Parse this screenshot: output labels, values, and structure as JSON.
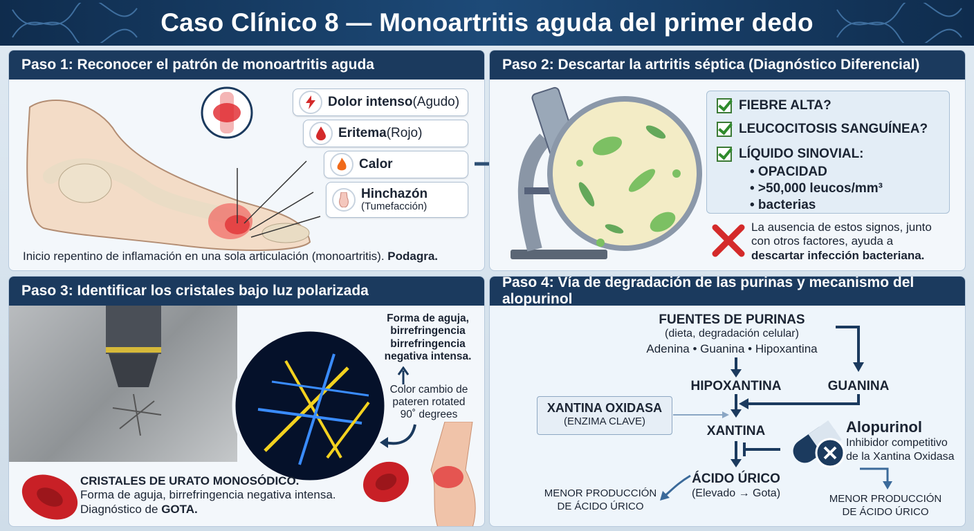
{
  "title": "Caso Clínico 8 — Monoartritis aguda del primer dedo",
  "step1": {
    "heading": "Paso 1: Reconocer el patrón de monoartritis aguda",
    "symptoms": [
      {
        "bold": "Dolor intenso",
        "extra": " (Agudo)",
        "icon": "lightning-icon"
      },
      {
        "bold": "Eritema",
        "extra": " (Rojo)",
        "icon": "drop-icon"
      },
      {
        "bold": "Calor",
        "extra": "",
        "icon": "flame-icon"
      },
      {
        "bold": "Hinchazón",
        "extra": "(Tumefacción)",
        "icon": "swelling-icon"
      }
    ],
    "caption_normal": "Inicio repentino de inflamación en una sola articulación (monoartritis). ",
    "caption_bold": "Podagra."
  },
  "step2": {
    "heading": "Paso 2: Descartar la artritis séptica (Diagnóstico Diferencial)",
    "checks": [
      "FIEBRE ALTA?",
      "LEUCOCITOSIS SANGUÍNEA?",
      "LÍQUIDO SINOVIAL:"
    ],
    "sub_items": [
      "• OPACIDAD",
      "• >50,000 leucos/mm³",
      "• bacterias"
    ],
    "note_line1": "La ausencia de estos signos, junto",
    "note_line2": "con otros factores, ayuda a",
    "note_bold": "descartar infección bacteriana."
  },
  "step3": {
    "heading": "Paso 3: Identificar los cristales bajo luz polarizada",
    "label_top": [
      "Forma de aguja,",
      "birrefringencia",
      "birrefringencia",
      "negativa intensa."
    ],
    "label_mid": [
      "Color cambio de",
      "pateren rotated",
      "90˚ degrees"
    ],
    "crystal_title": "CRISTALES DE URATO MONOSÓDICO.",
    "crystal_desc": "Forma de aguja, birrefringencia negativa intensa.",
    "crystal_diag_normal": "Diagnóstico de ",
    "crystal_diag_bold": "GOTA."
  },
  "step4": {
    "heading": "Paso 4: Vía de degradación de las purinas y mecanismo del alopurinol",
    "sources_title": "FUENTES DE PURINAS",
    "sources_sub": "(dieta, degradación celular)",
    "sources_list": "Adenina • Guanina • Hipoxantina",
    "hipoxantina": "HIPOXANTINA",
    "guanina": "GUANINA",
    "enzyme": "XANTINA OXIDASA",
    "enzyme_sub": "(ENZIMA CLAVE)",
    "xantina": "XANTINA",
    "acido": "ÁCIDO ÚRICO",
    "acido_sub": "(Elevado → Gota)",
    "drug": "Alopurinol",
    "drug_desc1": "Inhibidor competitivo",
    "drug_desc2": "de la Xantina Oxidasa",
    "less_left1": "MENOR PRODUCCIÓN",
    "less_left2": "DE ÁCIDO ÚRICO",
    "less_right1": "MENOR PRODUCCIÓN",
    "less_right2": "DE ÁCIDO ÚRICO"
  },
  "colors": {
    "navy": "#1b3a5e",
    "inflammation": "#e0262c",
    "check": "#2f8b2c",
    "crystal": "#f4d21f"
  }
}
